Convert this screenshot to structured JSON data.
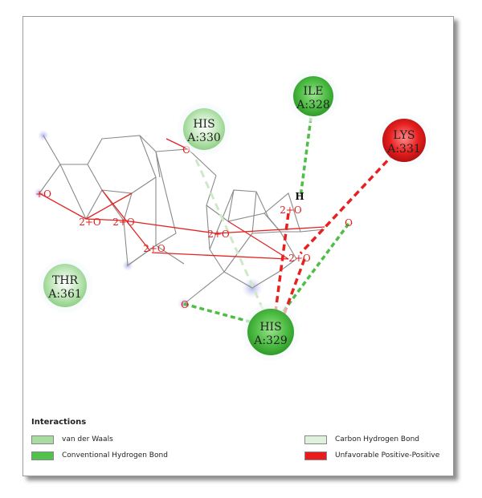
{
  "colors": {
    "van_der_waals": "#a8dca0",
    "conventional_hbond": "#52c24a",
    "carbon_hbond": "#dff2dc",
    "unfavorable_pos_pos": "#e81c1c",
    "bond": "#888888",
    "attractive_charge": "#e02020"
  },
  "residues": [
    {
      "id": "his330",
      "name": "HIS",
      "chain": "A:330",
      "type": "van_der_waals"
    },
    {
      "id": "ile328",
      "name": "ILE",
      "chain": "A:328",
      "type": "conventional_hbond"
    },
    {
      "id": "lys331",
      "name": "LYS",
      "chain": "A:331",
      "type": "unfavorable_pos_pos"
    },
    {
      "id": "thr361",
      "name": "THR",
      "chain": "A:361",
      "type": "van_der_waals"
    },
    {
      "id": "his329",
      "name": "HIS",
      "chain": "A:329",
      "type": "conventional_hbond"
    }
  ],
  "atom_labels": {
    "o_his": "O",
    "o_left": "+O",
    "o_2a": "2+O",
    "o_2b": "2+O",
    "o_2c": "2+O",
    "o_mid": "2+O",
    "o_27": "2+O",
    "o_right": "O",
    "o_center_r": "2+O",
    "o_bottom": "O",
    "h": "H"
  },
  "legend": {
    "title": "Interactions",
    "items": [
      {
        "label": "van der Waals",
        "color_key": "van_der_waals"
      },
      {
        "label": "Conventional Hydrogen Bond",
        "color_key": "conventional_hbond"
      },
      {
        "label": "Carbon Hydrogen Bond",
        "color_key": "carbon_hbond"
      },
      {
        "label": "Unfavorable Positive-Positive",
        "color_key": "unfavorable_pos_pos"
      }
    ]
  }
}
